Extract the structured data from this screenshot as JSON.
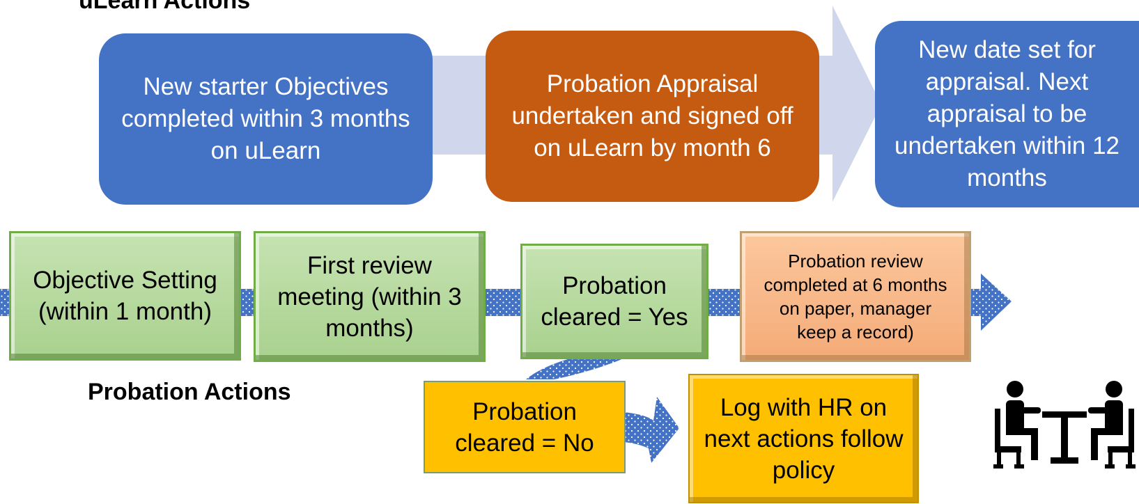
{
  "headings": {
    "ulearn": "uLearn Actions",
    "probation": "Probation Actions"
  },
  "ulearn_steps": [
    "New starter Objectives completed within 3 months on uLearn",
    "Probation Appraisal undertaken and signed off on uLearn by month 6",
    "New date set for appraisal. Next appraisal  to be undertaken within 12 months"
  ],
  "probation_steps": [
    "Objective Setting (within 1 month)",
    "First review meeting (within 3 months)",
    "Probation cleared = Yes",
    "Probation review completed at 6 months on paper, manager keep a record)"
  ],
  "no_branch": {
    "cleared_no": "Probation cleared = No",
    "log_hr": "Log with HR on next actions follow policy"
  },
  "icon": "meeting-icon",
  "colors": {
    "blue": "#4472c4",
    "orange": "#c55a11",
    "green": "#a9d18e",
    "peach": "#f8b88b",
    "yellow": "#ffc000",
    "arrow_light": "#d0d7ec"
  }
}
